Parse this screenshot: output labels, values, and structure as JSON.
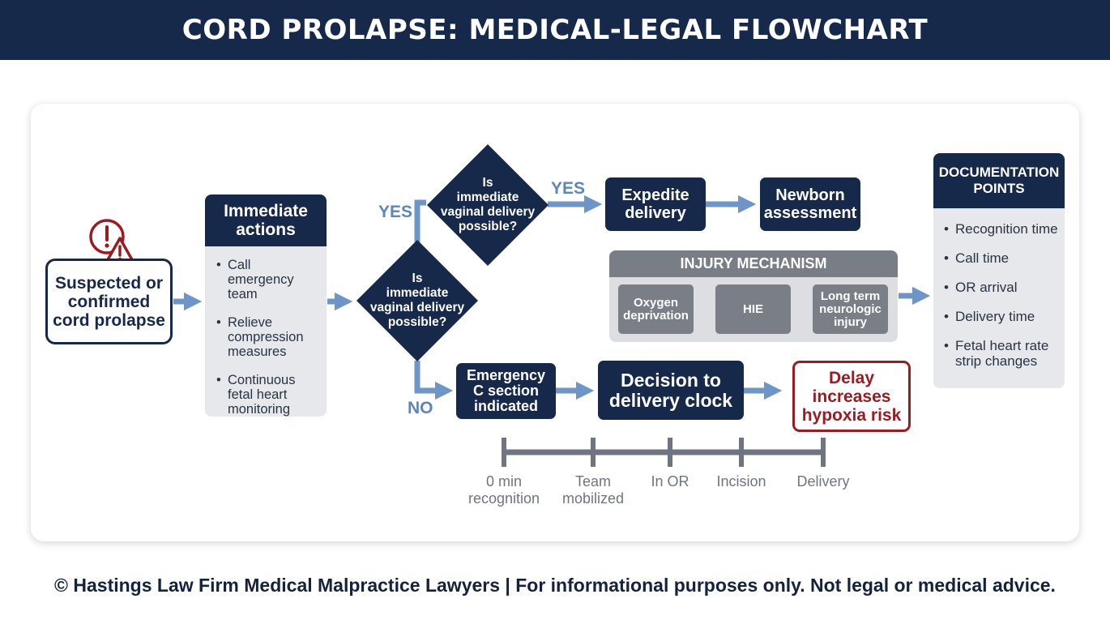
{
  "title": "CORD PROLAPSE: MEDICAL-LEGAL FLOWCHART",
  "start": {
    "line1": "Suspected or",
    "line2": "confirmed",
    "line3": "cord prolapse",
    "icon": "warning-icon"
  },
  "immediate": {
    "title1": "Immediate",
    "title2": "actions",
    "items": [
      {
        "l1": "Call emergency",
        "l2": "team",
        "l3": ""
      },
      {
        "l1": "Relieve",
        "l2": "compression",
        "l3": "measures"
      },
      {
        "l1": "Continuous",
        "l2": "fetal heart",
        "l3": "monitoring"
      }
    ]
  },
  "decision1": {
    "l1": "Is",
    "l2": "immediate",
    "l3": "vaginal delivery",
    "l4": "possible?"
  },
  "decision2": {
    "l1": "Is",
    "l2": "immediate",
    "l3": "vaginal delivery",
    "l4": "possible?"
  },
  "labels": {
    "yes_lower": "YES",
    "yes_upper": "YES",
    "no": "NO"
  },
  "expedite": {
    "l1": "Expedite",
    "l2": "delivery"
  },
  "newborn": {
    "l1": "Newborn",
    "l2": "assessment"
  },
  "injury": {
    "title": "INJURY MECHANISM",
    "steps": [
      {
        "l1": "Oxygen",
        "l2": "deprivation",
        "l3": ""
      },
      {
        "l1": "HIE",
        "l2": "",
        "l3": ""
      },
      {
        "l1": "Long term",
        "l2": "neurologic",
        "l3": "injury"
      }
    ]
  },
  "emergency": {
    "l1": "Emergency",
    "l2": "C section",
    "l3": "indicated"
  },
  "decision_clock": {
    "l1": "Decision to",
    "l2": "delivery clock"
  },
  "delay": {
    "l1": "Delay",
    "l2": "increases",
    "l3": "hypoxia risk"
  },
  "timeline": [
    {
      "l1": "0 min",
      "l2": "recognition"
    },
    {
      "l1": "Team",
      "l2": "mobilized"
    },
    {
      "l1": "In OR",
      "l2": ""
    },
    {
      "l1": "Incision",
      "l2": ""
    },
    {
      "l1": "Delivery",
      "l2": ""
    }
  ],
  "documentation": {
    "title1": "DOCUMENTATION",
    "title2": "POINTS",
    "items": [
      {
        "l1": "Recognition time",
        "l2": ""
      },
      {
        "l1": "Call time",
        "l2": ""
      },
      {
        "l1": "OR arrival",
        "l2": ""
      },
      {
        "l1": "Delivery time",
        "l2": ""
      },
      {
        "l1": "Fetal heart rate",
        "l2": "strip changes"
      }
    ]
  },
  "footer": "© Hastings Law Firm Medical Malpractice Lawyers | For informational purposes only. Not legal or medical advice.",
  "colors": {
    "navy": "#16294a",
    "arrow": "#6e95c8",
    "alert": "#9a1c22",
    "gray": "#797e87",
    "panel": "#e6e8ec"
  }
}
